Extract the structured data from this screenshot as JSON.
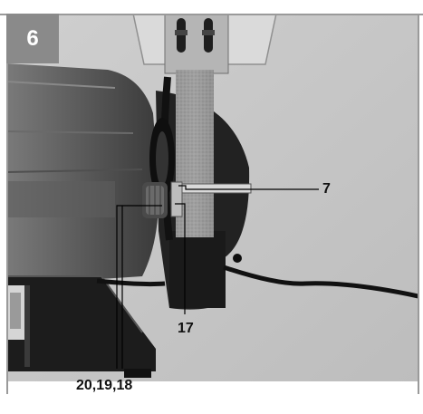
{
  "figure": {
    "number": "6",
    "labels": {
      "tool_rest": "7",
      "spark_guard_screw": "17",
      "adjust_parts": "20,19,18"
    }
  }
}
